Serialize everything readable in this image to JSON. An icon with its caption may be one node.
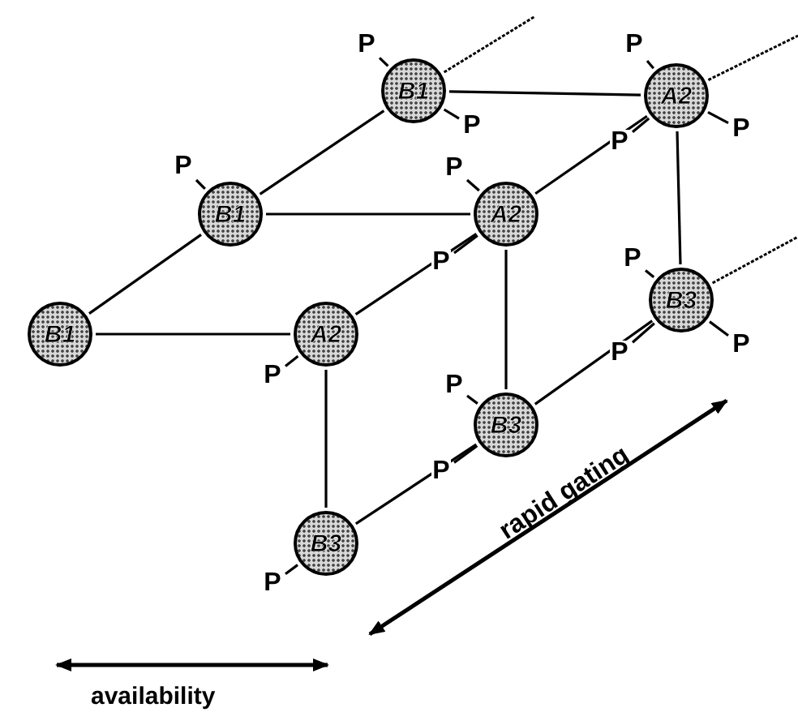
{
  "diagram": {
    "nodes": [
      {
        "text": [
          "B1"
        ]
      },
      {
        "text": [
          "A2"
        ]
      },
      {
        "text": [
          "B1"
        ]
      },
      {
        "text": [
          "A2"
        ]
      },
      {
        "text": [
          "B3"
        ]
      },
      {
        "text": [
          "B1"
        ]
      },
      {
        "text": [
          "A2"
        ]
      },
      {
        "text": [
          "B3"
        ]
      },
      {
        "text": [
          "B3"
        ]
      },
      {
        "text": [
          "P"
        ]
      },
      {
        "text": [
          "P"
        ]
      },
      {
        "text": [
          "P"
        ]
      },
      {
        "text": [
          "P"
        ]
      },
      {
        "text": [
          "P"
        ]
      },
      {
        "text": [
          "P"
        ]
      },
      {
        "text": [
          "P"
        ]
      },
      {
        "text": [
          "P"
        ]
      },
      {
        "text": [
          "P"
        ]
      },
      {
        "text": [
          "P"
        ]
      },
      {
        "text": [
          "P"
        ]
      },
      {
        "text": [
          "P"
        ]
      },
      {
        "text": [
          "P"
        ]
      },
      {
        "text": [
          "P"
        ]
      },
      {
        "text": [
          "P"
        ]
      }
    ],
    "edges": [
      {
        "from": 0,
        "to": 1,
        "arrow": "none"
      },
      {
        "from": 2,
        "to": 0,
        "arrow": "none"
      },
      {
        "from": 2,
        "to": 3,
        "arrow": "none"
      },
      {
        "from": 3,
        "to": 1,
        "arrow": "none"
      },
      {
        "from": 1,
        "to": 4,
        "arrow": "none"
      },
      {
        "from": 5,
        "to": 2,
        "arrow": "none"
      },
      {
        "from": 5,
        "to": 6,
        "arrow": "none"
      },
      {
        "from": 6,
        "to": 3,
        "arrow": "none"
      },
      {
        "from": 3,
        "to": 7,
        "arrow": "none"
      },
      {
        "from": 6,
        "to": 8,
        "arrow": "none"
      },
      {
        "from": 8,
        "to": 7,
        "arrow": "none"
      },
      {
        "from": 7,
        "to": 4,
        "arrow": "none"
      },
      {
        "from": 0,
        "to": null,
        "arrow": "none",
        "style": "dashed"
      },
      {
        "from": 1,
        "to": null,
        "arrow": "none",
        "style": "dashed"
      },
      {
        "from": 4,
        "to": null,
        "arrow": "none",
        "style": "dashed"
      },
      {
        "from": 0,
        "to": 9,
        "arrow": "none"
      },
      {
        "from": 0,
        "to": 10,
        "arrow": "none"
      },
      {
        "from": 1,
        "to": 11,
        "arrow": "none"
      },
      {
        "from": 1,
        "to": 12,
        "arrow": "none"
      },
      {
        "from": 1,
        "to": 13,
        "arrow": "none"
      },
      {
        "from": 2,
        "to": 14,
        "arrow": "none"
      },
      {
        "from": 3,
        "to": 15,
        "arrow": "none"
      },
      {
        "from": 3,
        "to": 16,
        "arrow": "none"
      },
      {
        "from": 4,
        "to": 17,
        "arrow": "none"
      },
      {
        "from": 4,
        "to": 18,
        "arrow": "none"
      },
      {
        "from": 4,
        "to": 19,
        "arrow": "none"
      },
      {
        "from": 6,
        "to": 20,
        "arrow": "none"
      },
      {
        "from": 7,
        "to": 21,
        "arrow": "none"
      },
      {
        "from": 7,
        "to": 22,
        "arrow": "none"
      },
      {
        "from": 8,
        "to": 23,
        "arrow": "none"
      }
    ],
    "labels": [
      "rapid gating",
      "availability"
    ]
  }
}
